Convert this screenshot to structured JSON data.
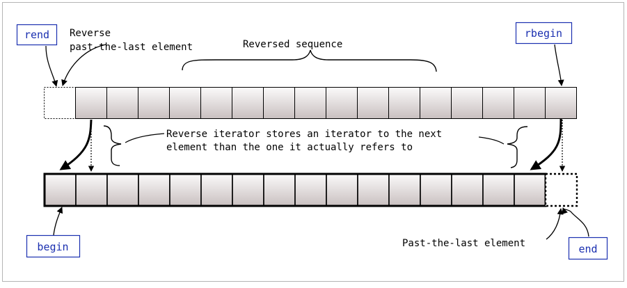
{
  "boxes": {
    "rend": "rend",
    "rbegin": "rbegin",
    "begin": "begin",
    "end": "end"
  },
  "annotations": {
    "reverse_line1": "Reverse",
    "reverse_line2": "past-the-last element",
    "reversed_sequence": "Reversed sequence",
    "note_line1": "Reverse iterator stores an iterator to the next",
    "note_line2": "element than the one it actually refers to",
    "past_the_last": "Past-the-last element"
  },
  "reverse_sequence": {
    "element_count": 16
  },
  "forward_sequence": {
    "element_count": 16
  },
  "colors": {
    "label_text": "#1a2fb0",
    "box_border": "#1a2fb0",
    "cell_top": "#fbfafa",
    "cell_bottom": "#c9c0c0",
    "ink": "#000000"
  }
}
